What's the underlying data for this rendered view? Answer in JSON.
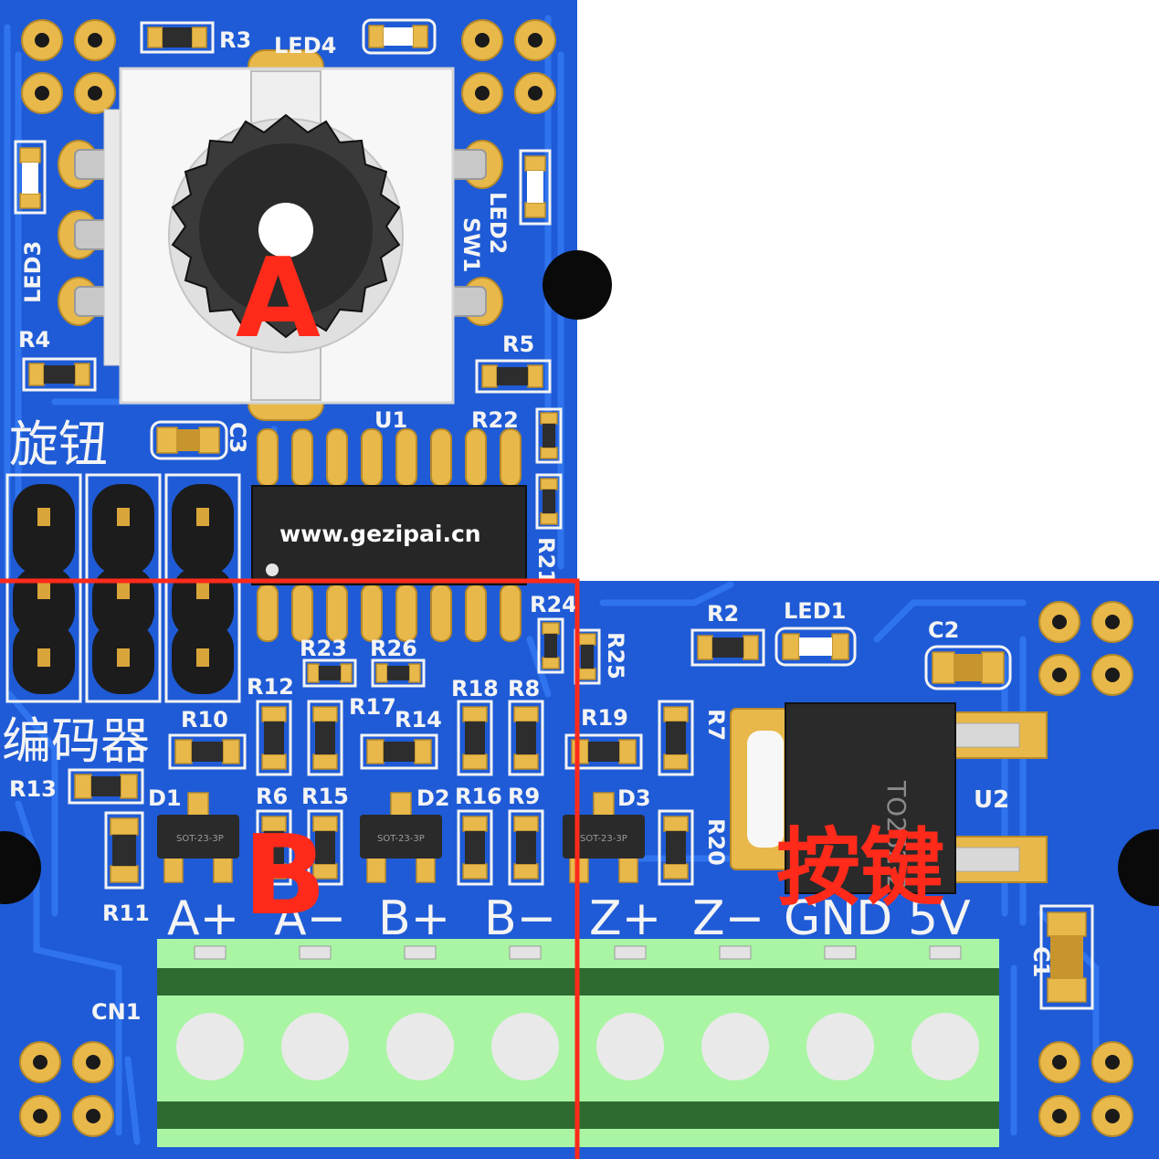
{
  "title": "",
  "website": "www.gezipai.cn",
  "region_labels": {
    "a": "A",
    "b": "B",
    "button": "按键"
  },
  "section_labels": {
    "knob": "旋钮",
    "encoder": "编码器"
  },
  "pin_labels": [
    "A+",
    "A−",
    "B+",
    "B−",
    "Z+",
    "Z−",
    "GND",
    "5V"
  ],
  "designators": {
    "r3": "R3",
    "led4": "LED4",
    "led3": "LED3",
    "sw1": "SW1",
    "led2": "LED2",
    "r4": "R4",
    "r5": "R5",
    "u1": "U1",
    "r22": "R22",
    "c3": "C3",
    "r21": "R21",
    "r24": "R24",
    "r2": "R2",
    "led1": "LED1",
    "c2": "C2",
    "r23": "R23",
    "r26": "R26",
    "r25": "R25",
    "r12": "R12",
    "r17": "R17",
    "r18": "R18",
    "r8": "R8",
    "r10": "R10",
    "r14": "R14",
    "r19": "R19",
    "r7": "R7",
    "r13": "R13",
    "r6": "R6",
    "r15": "R15",
    "d1": "D1",
    "d2": "D2",
    "r16": "R16",
    "r9": "R9",
    "d3": "D3",
    "r20": "R20",
    "u2": "U2",
    "r11": "R11",
    "cn1": "CN1",
    "c1": "C1",
    "u2_part": "TO252-2",
    "sot": "SOT-23-3P"
  },
  "colors": {
    "pcb": "#1f5bd6",
    "trace": "#2f74ee",
    "silkscreen": "#f4f4f4",
    "pad": "#e8b84a",
    "terminal": "#a9f5a4",
    "terminal_dark": "#2e6b31",
    "marker": "#ff2a1a",
    "ic_body": "#262626"
  }
}
